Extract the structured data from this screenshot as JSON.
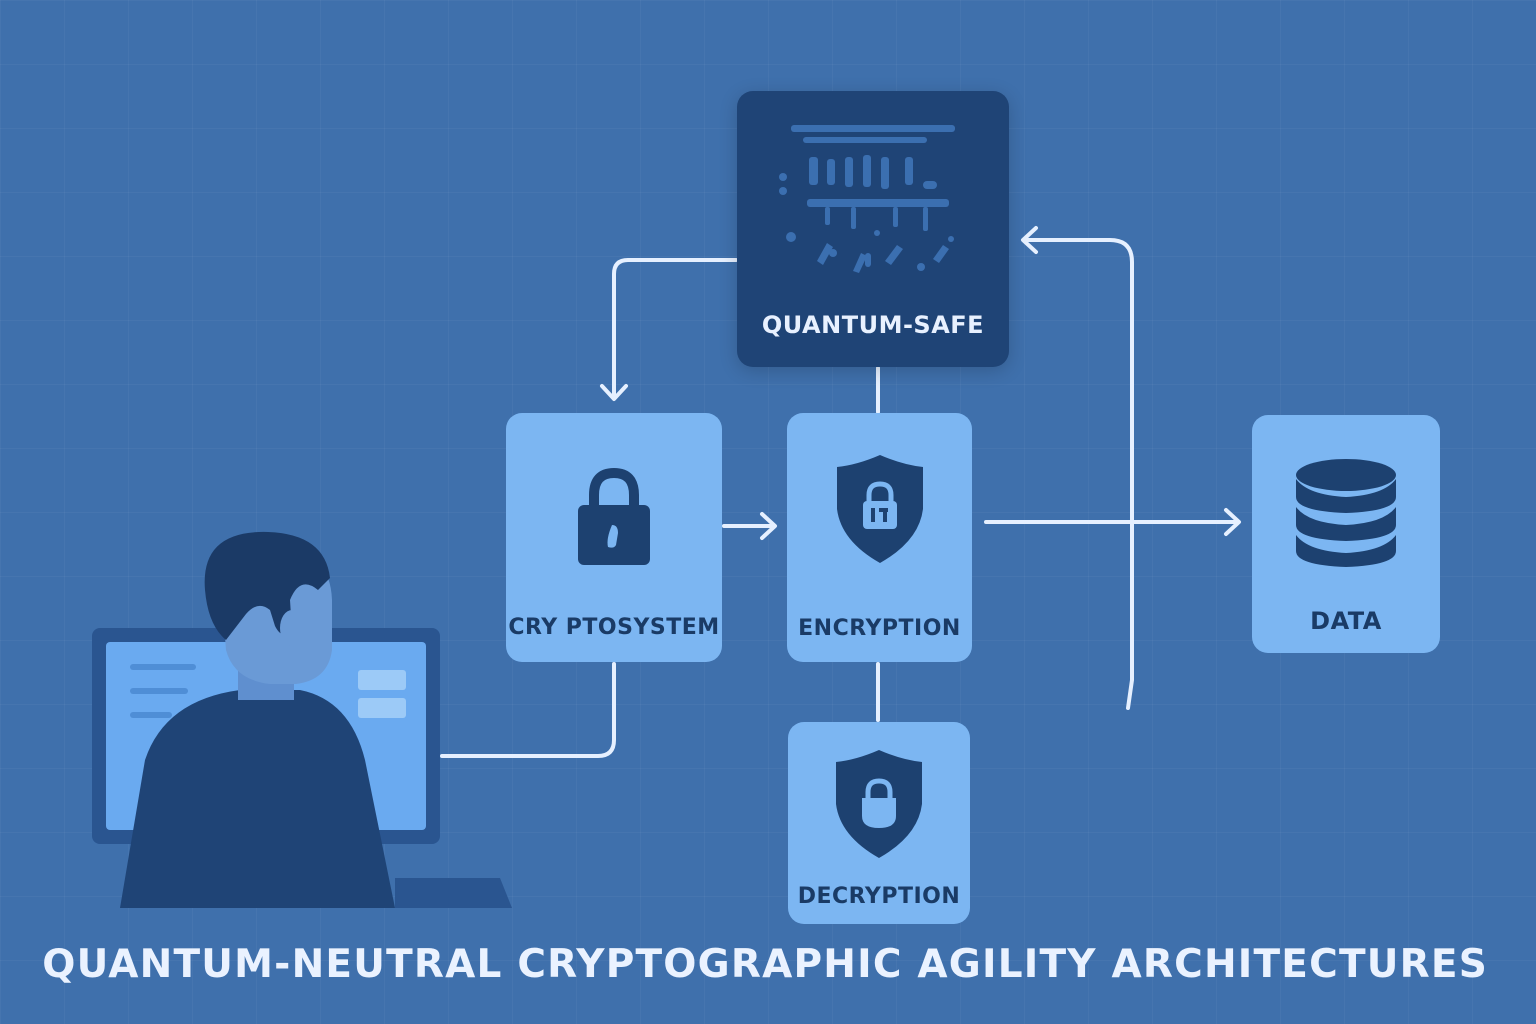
{
  "diagram": {
    "title": "QUANTUM-NEUTRAL CRYPTOGRAPHIC AGILITY ARCHITECTURES",
    "nodes": {
      "quantum_safe": {
        "label": "QUANTUM-SAFE",
        "icon": "quantum-circuit-icon"
      },
      "cryptosystem": {
        "label": "CRY PTOSYSTEM",
        "icon": "padlock-icon"
      },
      "encryption": {
        "label": "ENCRYPTION",
        "icon": "shield-lock-icon"
      },
      "data": {
        "label": "DATA",
        "icon": "database-icon"
      },
      "decryption": {
        "label": "DECRYPTION",
        "icon": "shield-lock-icon"
      }
    },
    "illustration": {
      "person": "person-at-computer-icon",
      "monitor": "computer-monitor-icon"
    },
    "colors": {
      "background": "#3f70ac",
      "node_light": "#7cb6f2",
      "node_dark": "#1f4476",
      "icon_dark": "#1d4170",
      "connector": "#e6f0ff"
    }
  }
}
